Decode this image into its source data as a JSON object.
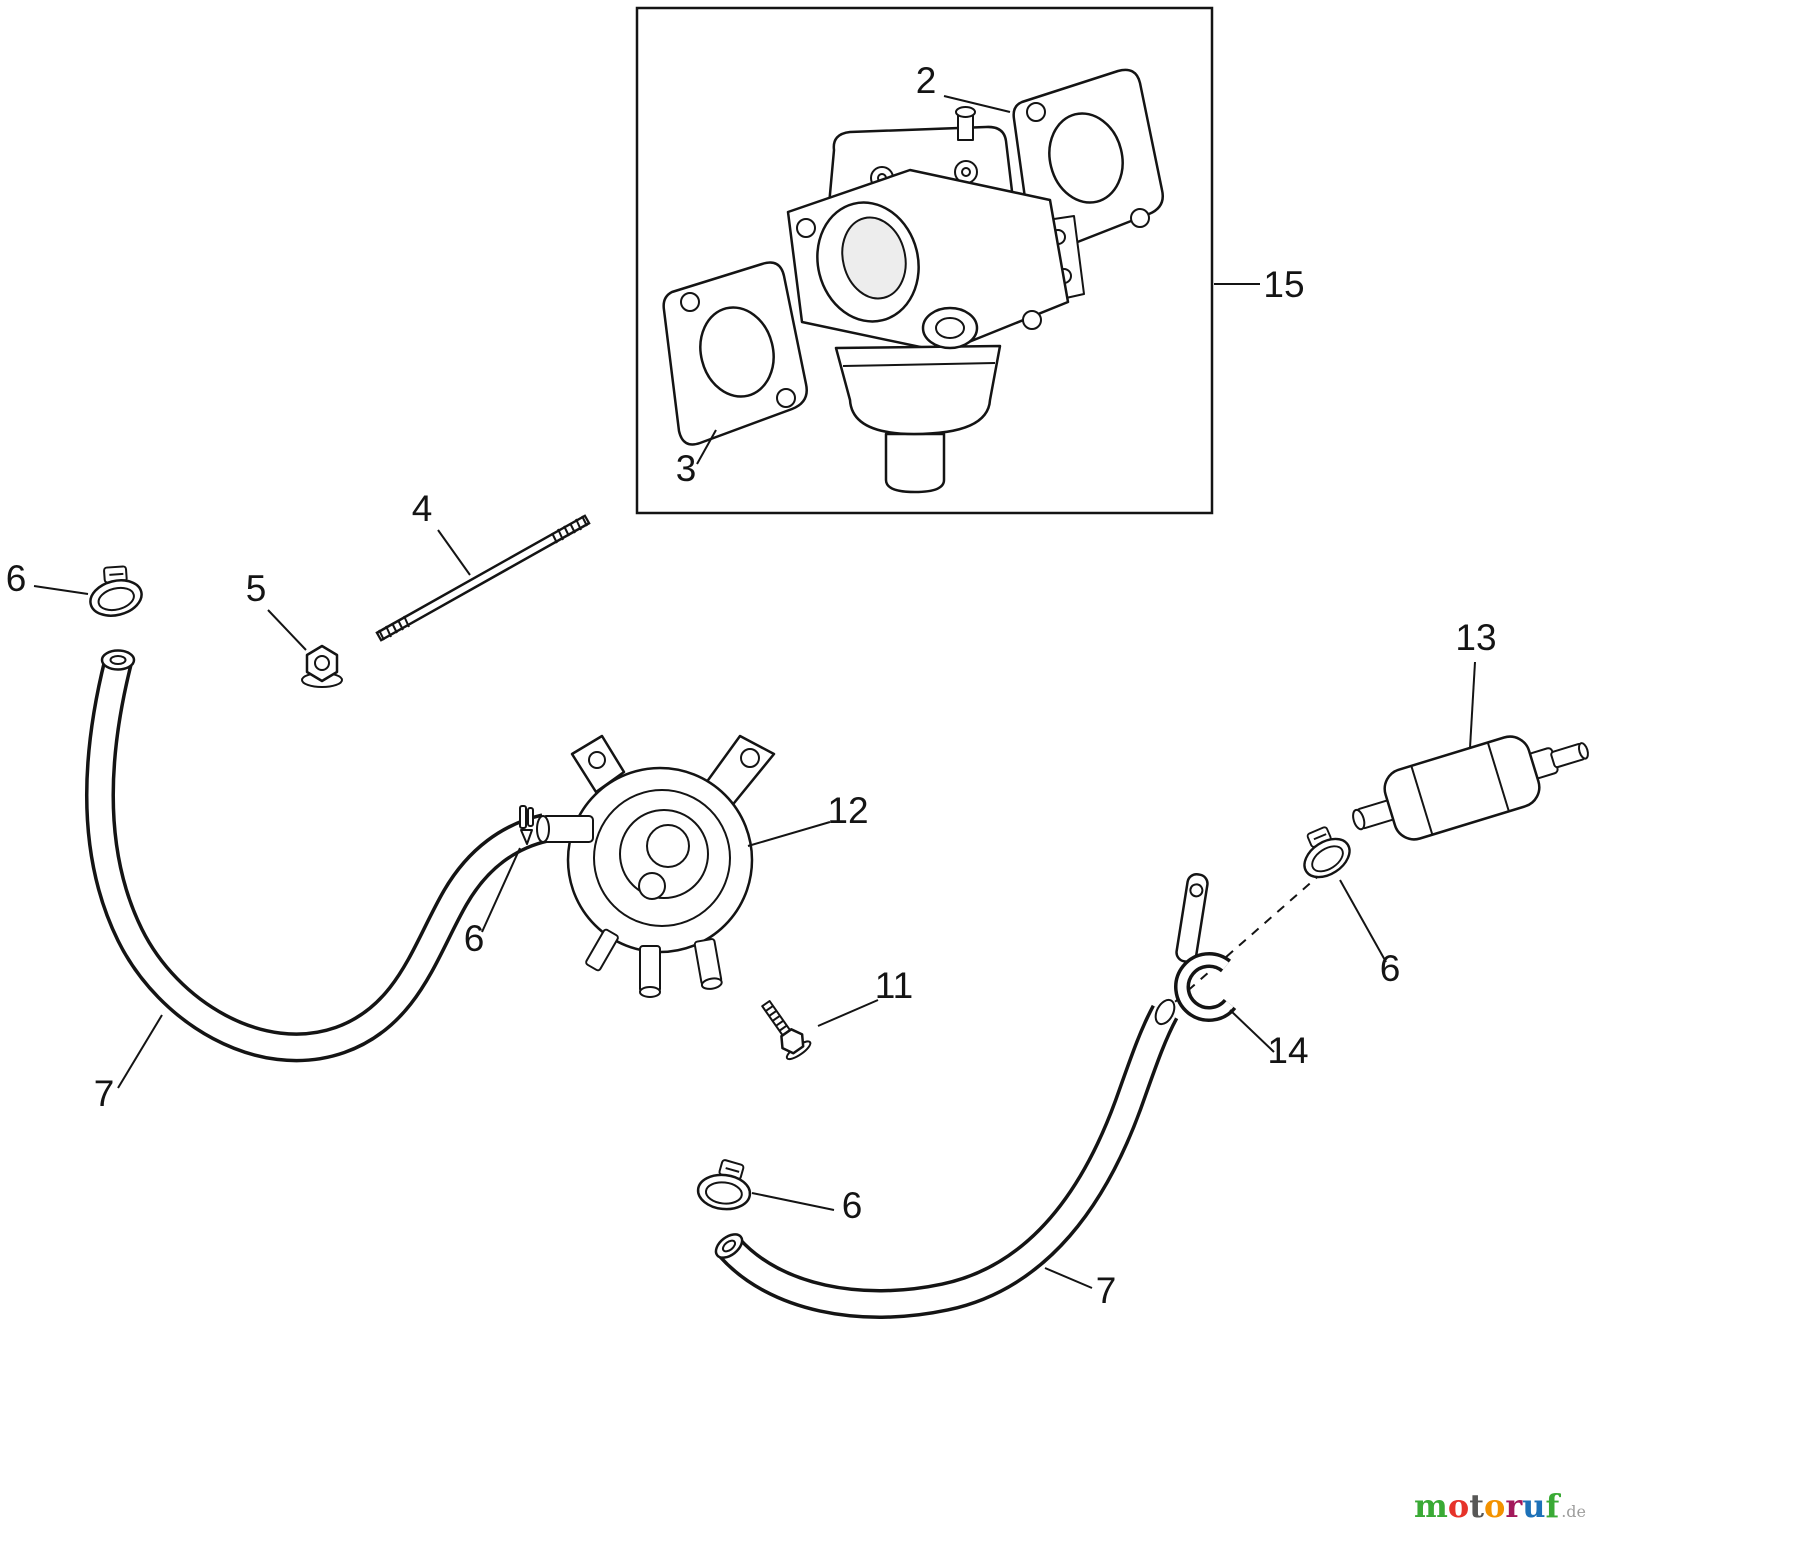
{
  "callouts": {
    "c2": "2",
    "c3": "3",
    "c4": "4",
    "c5": "5",
    "c6": "6",
    "c7": "7",
    "c11": "11",
    "c12": "12",
    "c13": "13",
    "c14": "14",
    "c15": "15"
  },
  "watermark": {
    "letters": [
      {
        "ch": "m",
        "color": "#3aaa35"
      },
      {
        "ch": "o",
        "color": "#e6332a"
      },
      {
        "ch": "t",
        "color": "#575756"
      },
      {
        "ch": "o",
        "color": "#f39200"
      },
      {
        "ch": "r",
        "color": "#a3195b"
      },
      {
        "ch": "u",
        "color": "#1d71b8"
      },
      {
        "ch": "f",
        "color": "#3aaa35"
      }
    ],
    "suffix": ".de",
    "suffix_color": "#9d9d9c"
  },
  "colors": {
    "line": "#141414",
    "background": "#ffffff"
  }
}
